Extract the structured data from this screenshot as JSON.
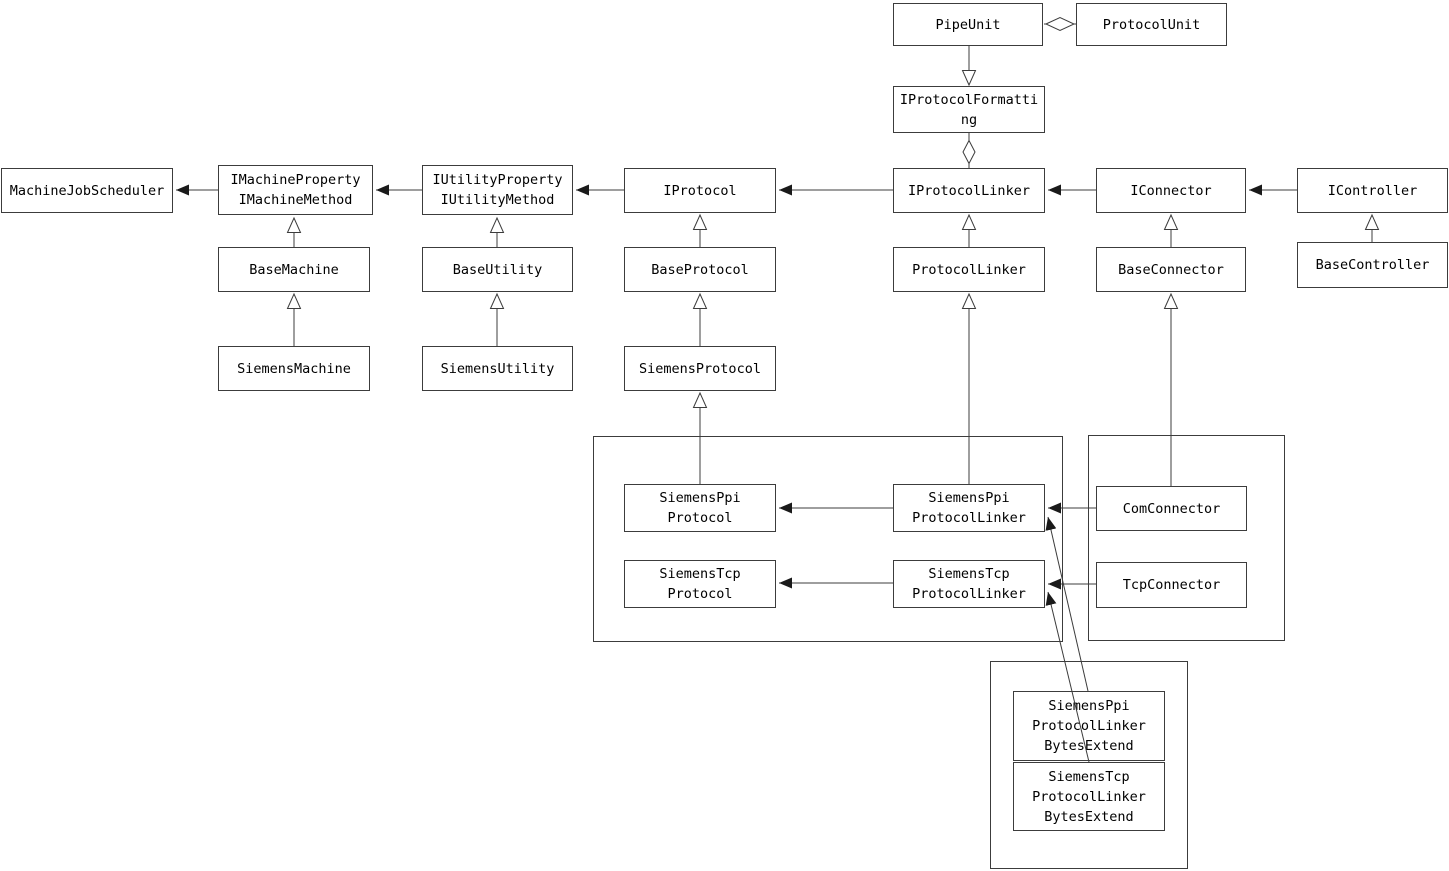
{
  "diagram": {
    "kind": "uml-class-diagram",
    "colors": {
      "background": "#ffffff",
      "line": "#3c3c3c",
      "box_border": "#3c3c3c",
      "box_fill": "#ffffff",
      "text": "#000000",
      "arrow_fill": "#1a1a1a"
    },
    "nodes": {
      "pipe_unit": "PipeUnit",
      "protocol_unit": "ProtocolUnit",
      "iprotocol_formatting": "IProtocolFormatti\nng",
      "machine_job_scheduler": "MachineJobScheduler",
      "imachine": "IMachineProperty\nIMachineMethod",
      "iutility": "IUtilityProperty\nIUtilityMethod",
      "iprotocol": "IProtocol",
      "iprotocol_linker": "IProtocolLinker",
      "iconnector": "IConnector",
      "icontroller": "IController",
      "base_machine": "BaseMachine",
      "base_utility": "BaseUtility",
      "base_protocol": "BaseProtocol",
      "protocol_linker": "ProtocolLinker",
      "base_connector": "BaseConnector",
      "base_controller": "BaseController",
      "siemens_machine": "SiemensMachine",
      "siemens_utility": "SiemensUtility",
      "siemens_protocol": "SiemensProtocol",
      "siemens_ppi_protocol": "SiemensPpi\nProtocol",
      "siemens_ppi_protocol_linker": "SiemensPpi\nProtocolLinker",
      "siemens_tcp_protocol": "SiemensTcp\nProtocol",
      "siemens_tcp_protocol_linker": "SiemensTcp\nProtocolLinker",
      "com_connector": "ComConnector",
      "tcp_connector": "TcpConnector",
      "siemens_ppi_protocol_linker_bytes_extend": "SiemensPpi\nProtocolLinker\nBytesExtend",
      "siemens_tcp_protocol_linker_bytes_extend": "SiemensTcp\nProtocolLinker\nBytesExtend"
    },
    "relationships": [
      {
        "from": "ProtocolUnit",
        "to": "PipeUnit",
        "type": "aggregation"
      },
      {
        "from": "PipeUnit",
        "to": "IProtocolFormatting",
        "type": "generalization"
      },
      {
        "from": "IProtocolLinker",
        "to": "IProtocolFormatting",
        "type": "aggregation"
      },
      {
        "from": "IMachineProperty/IMachineMethod",
        "to": "MachineJobScheduler",
        "type": "directed-association"
      },
      {
        "from": "IUtilityProperty/IUtilityMethod",
        "to": "IMachineProperty/IMachineMethod",
        "type": "directed-association"
      },
      {
        "from": "IProtocol",
        "to": "IUtilityProperty/IUtilityMethod",
        "type": "directed-association"
      },
      {
        "from": "IProtocolLinker",
        "to": "IProtocol",
        "type": "directed-association"
      },
      {
        "from": "IConnector",
        "to": "IProtocolLinker",
        "type": "directed-association"
      },
      {
        "from": "IController",
        "to": "IConnector",
        "type": "directed-association"
      },
      {
        "from": "BaseMachine",
        "to": "IMachineProperty/IMachineMethod",
        "type": "generalization"
      },
      {
        "from": "BaseUtility",
        "to": "IUtilityProperty/IUtilityMethod",
        "type": "generalization"
      },
      {
        "from": "BaseProtocol",
        "to": "IProtocol",
        "type": "generalization"
      },
      {
        "from": "ProtocolLinker",
        "to": "IProtocolLinker",
        "type": "generalization"
      },
      {
        "from": "BaseConnector",
        "to": "IConnector",
        "type": "generalization"
      },
      {
        "from": "BaseController",
        "to": "IController",
        "type": "generalization"
      },
      {
        "from": "SiemensMachine",
        "to": "BaseMachine",
        "type": "generalization"
      },
      {
        "from": "SiemensUtility",
        "to": "BaseUtility",
        "type": "generalization"
      },
      {
        "from": "SiemensProtocol",
        "to": "BaseProtocol",
        "type": "generalization"
      },
      {
        "from": "SiemensPpiProtocol",
        "to": "SiemensProtocol",
        "type": "generalization"
      },
      {
        "from": "SiemensPpiProtocolLinker",
        "to": "ProtocolLinker",
        "type": "generalization"
      },
      {
        "from": "ComConnector",
        "to": "BaseConnector",
        "type": "generalization"
      },
      {
        "from": "SiemensPpiProtocolLinker",
        "to": "SiemensPpiProtocol",
        "type": "directed-association"
      },
      {
        "from": "SiemensTcpProtocolLinker",
        "to": "SiemensTcpProtocol",
        "type": "directed-association"
      },
      {
        "from": "ComConnector",
        "to": "SiemensPpiProtocolLinker",
        "type": "directed-association"
      },
      {
        "from": "TcpConnector",
        "to": "SiemensTcpProtocolLinker",
        "type": "directed-association"
      },
      {
        "from": "SiemensPpiProtocolLinkerBytesExtend",
        "to": "SiemensPpiProtocolLinker",
        "type": "directed-association"
      },
      {
        "from": "SiemensTcpProtocolLinkerBytesExtend",
        "to": "SiemensTcpProtocolLinker",
        "type": "directed-association"
      }
    ]
  }
}
